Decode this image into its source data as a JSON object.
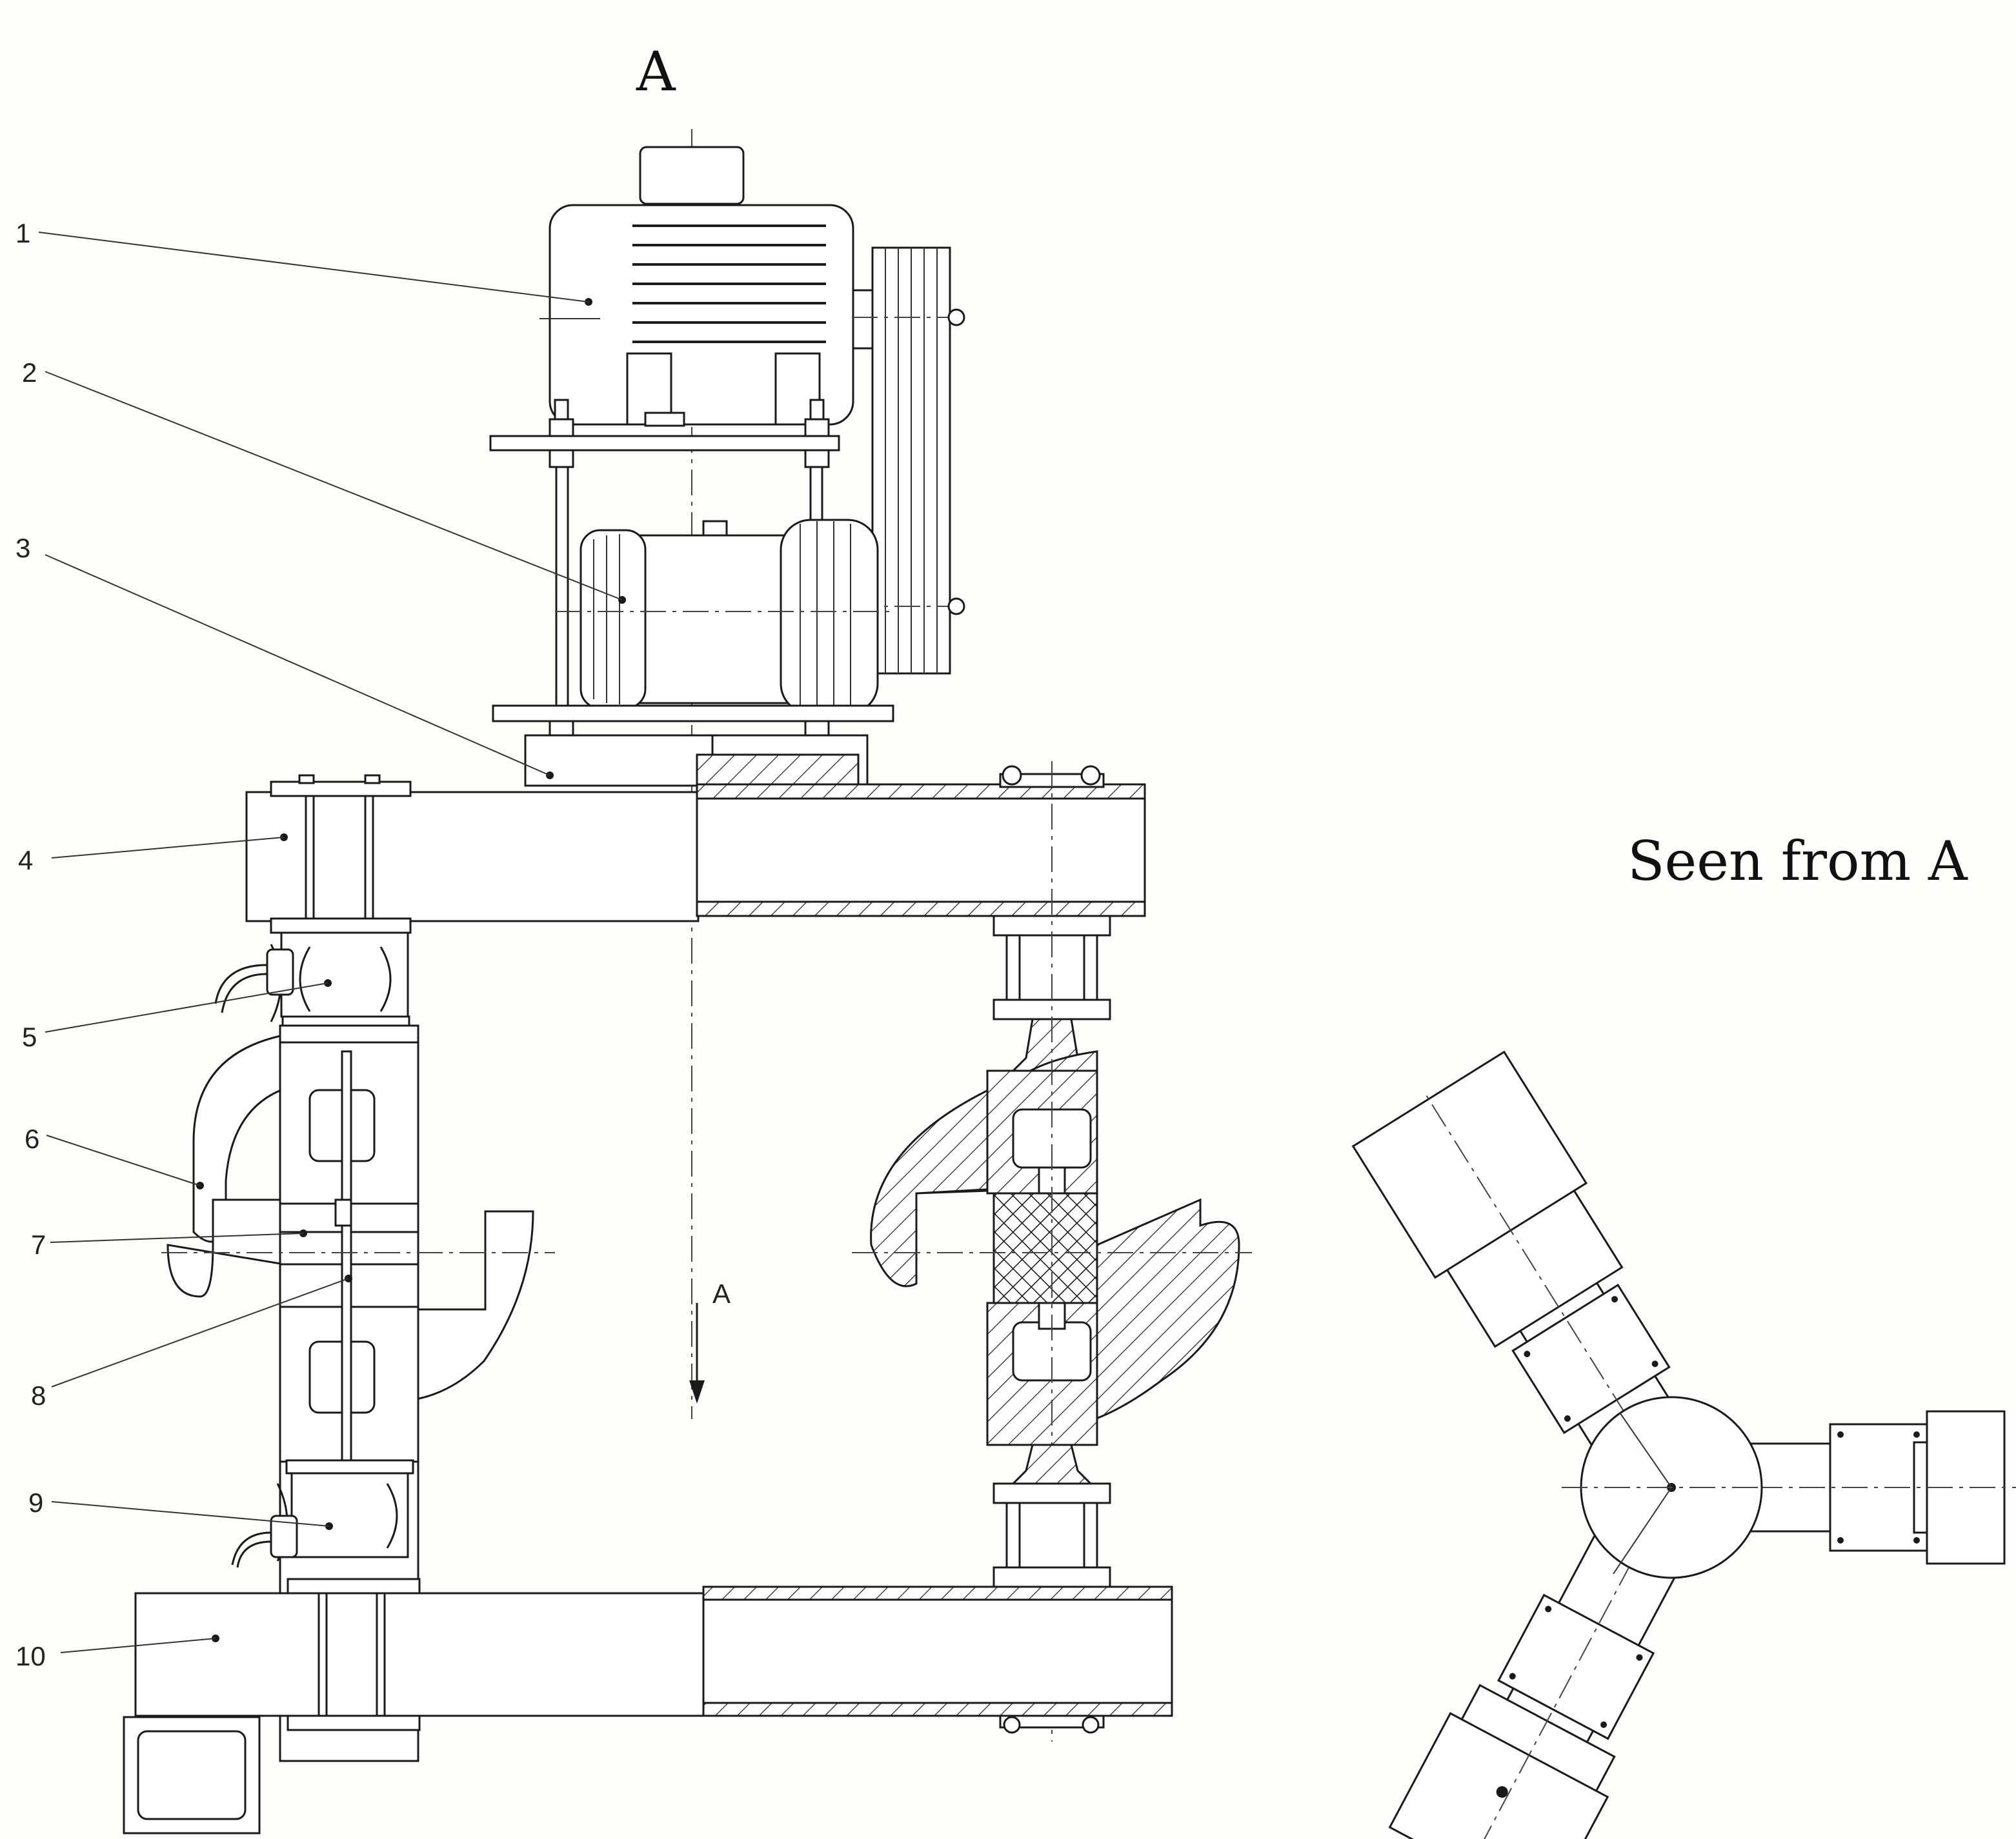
{
  "view_label": "A",
  "view_title": "Seen from A",
  "direction_label": "A",
  "part_numbers": [
    "1",
    "2",
    "3",
    "4",
    "5",
    "6",
    "7",
    "8",
    "9",
    "10"
  ]
}
